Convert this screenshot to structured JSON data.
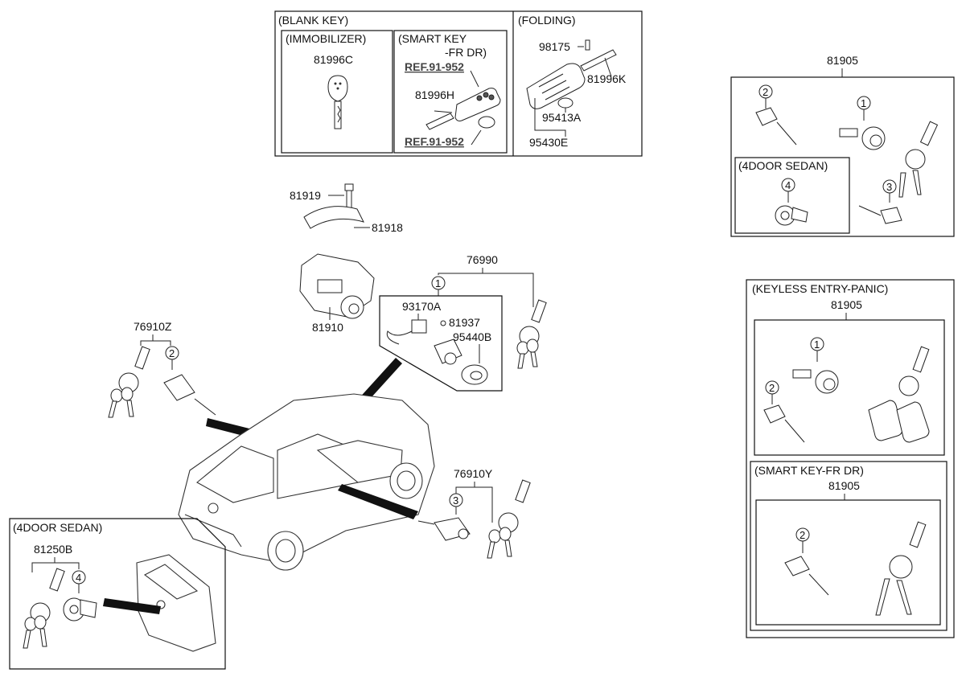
{
  "boxes": {
    "blank_key": "(BLANK KEY)",
    "immobilizer": "(IMMOBILIZER)",
    "smart_key_line1": "(SMART KEY",
    "smart_key_line2": "-FR DR)",
    "folding": "(FOLDING)",
    "four_door_sedan_right": "(4DOOR SEDAN)",
    "keyless_entry_panic": "(KEYLESS ENTRY-PANIC)",
    "smart_key_fr_dr": "(SMART KEY-FR DR)",
    "four_door_sedan_left": "(4DOOR SEDAN)"
  },
  "labels": {
    "p81996C": "81996C",
    "ref1": "REF.91-952",
    "p81996H": "81996H",
    "ref2": "REF.91-952",
    "p98175": "98175",
    "p81996K": "81996K",
    "p95413A": "95413A",
    "p95430E": "95430E",
    "p81919": "81919",
    "p81918": "81918",
    "p81910": "81910",
    "p76990": "76990",
    "p93170A": "93170A",
    "p81937": "81937",
    "p95440B": "95440B",
    "p76910Z": "76910Z",
    "p76910Y": "76910Y",
    "p81250B": "81250B",
    "p81905_top": "81905",
    "p81905_keyless": "81905",
    "p81905_smart": "81905"
  },
  "callouts": {
    "c1": "1",
    "c2": "2",
    "c3": "3",
    "c4": "4"
  }
}
